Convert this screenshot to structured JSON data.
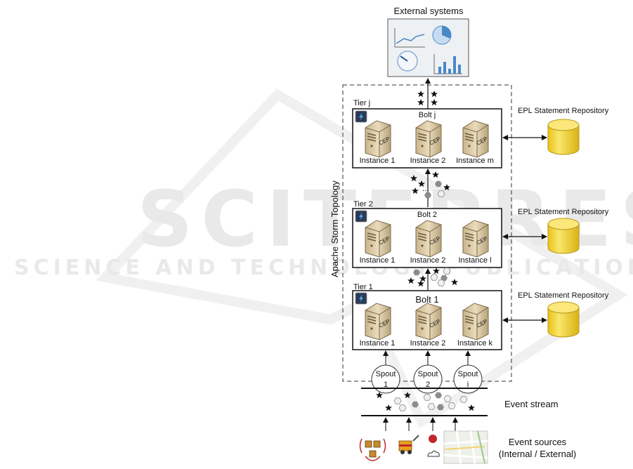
{
  "watermark": {
    "line1": "SCITEPRESS",
    "line2": "SCIENCE AND TECHNOLOGY PUBLICATIONS"
  },
  "external_systems": {
    "label": "External systems"
  },
  "topology": {
    "label": "Apache Storm Topology"
  },
  "tiers": [
    {
      "tier_label": "Tier j",
      "bolt_label": "Bolt j",
      "instances": [
        "Instance 1",
        "Instance 2",
        "Instance m"
      ]
    },
    {
      "tier_label": "Tier 2",
      "bolt_label": "Bolt 2",
      "instances": [
        "Instance 1",
        "Instance 2",
        "Instance l"
      ]
    },
    {
      "tier_label": "Tier 1",
      "bolt_label": "Bolt 1",
      "instances": [
        "Instance 1",
        "Instance 2",
        "Instance k"
      ]
    }
  ],
  "server_text": "CEP",
  "repositories": [
    {
      "label": "EPL Statement Repository"
    },
    {
      "label": "EPL Statement Repository"
    },
    {
      "label": "EPL Statement Repository"
    }
  ],
  "ellipsis": "...",
  "spouts": [
    {
      "name": "Spout",
      "number": "1"
    },
    {
      "name": "Spout",
      "number": "2"
    },
    {
      "name": "Spout",
      "number": "i"
    }
  ],
  "event_stream": {
    "label": "Event stream"
  },
  "event_sources": {
    "line1": "Event sources",
    "line2": "(Internal / External)"
  },
  "colors": {
    "cylinder_fill": "#f5d432",
    "cylinder_edge": "#b59a14",
    "server_body": "#d9c8a4",
    "server_edge": "#7a6848",
    "hexagon": "#8c8c8c",
    "hexagon_light": "#e8e8e8",
    "star": "#111111",
    "chart_blue": "#4b88c8"
  }
}
